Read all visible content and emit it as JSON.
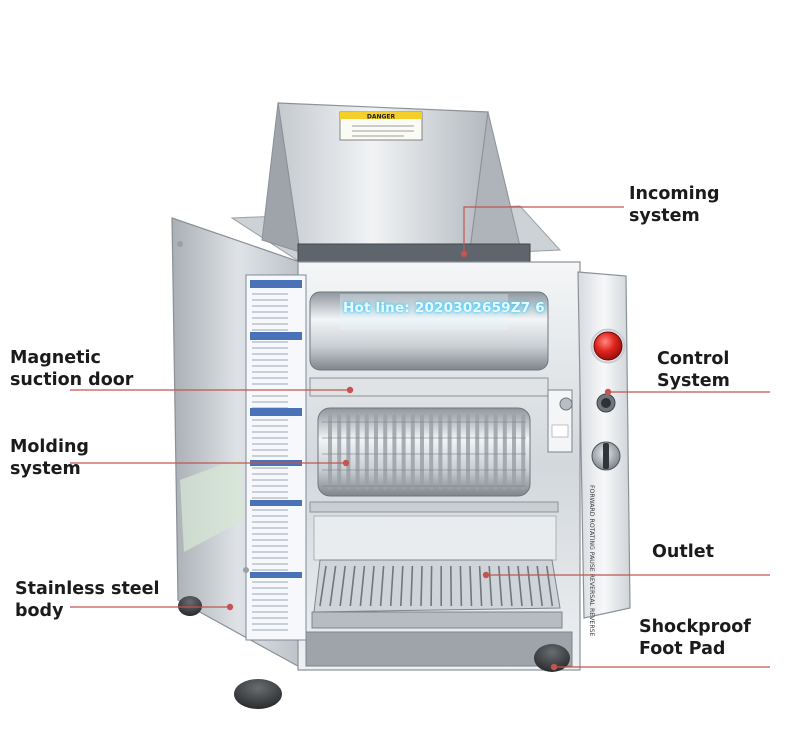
{
  "labels": {
    "incoming": [
      "Incoming",
      "system"
    ],
    "control": [
      "Control",
      "System"
    ],
    "outlet": [
      "Outlet"
    ],
    "shockproof": [
      "Shockproof",
      "Foot Pad"
    ],
    "magnetic": [
      "Magnetic",
      "suction door"
    ],
    "molding": [
      "Molding",
      "system"
    ],
    "stainless": [
      "Stainless steel",
      "body"
    ]
  },
  "watermark": "Hot line: 2020302659Z7 6",
  "machine_panel": {
    "danger_label": "DANGER",
    "direction_label": "FORWARD ROTATING PAUSE REVERSAL REVERSE"
  },
  "colors": {
    "leader_line": "#c4544f",
    "steel_light": "#eef0f2",
    "steel_mid": "#bfc4c9",
    "steel_dark": "#7d848b",
    "stop_button": "#d6201c"
  }
}
